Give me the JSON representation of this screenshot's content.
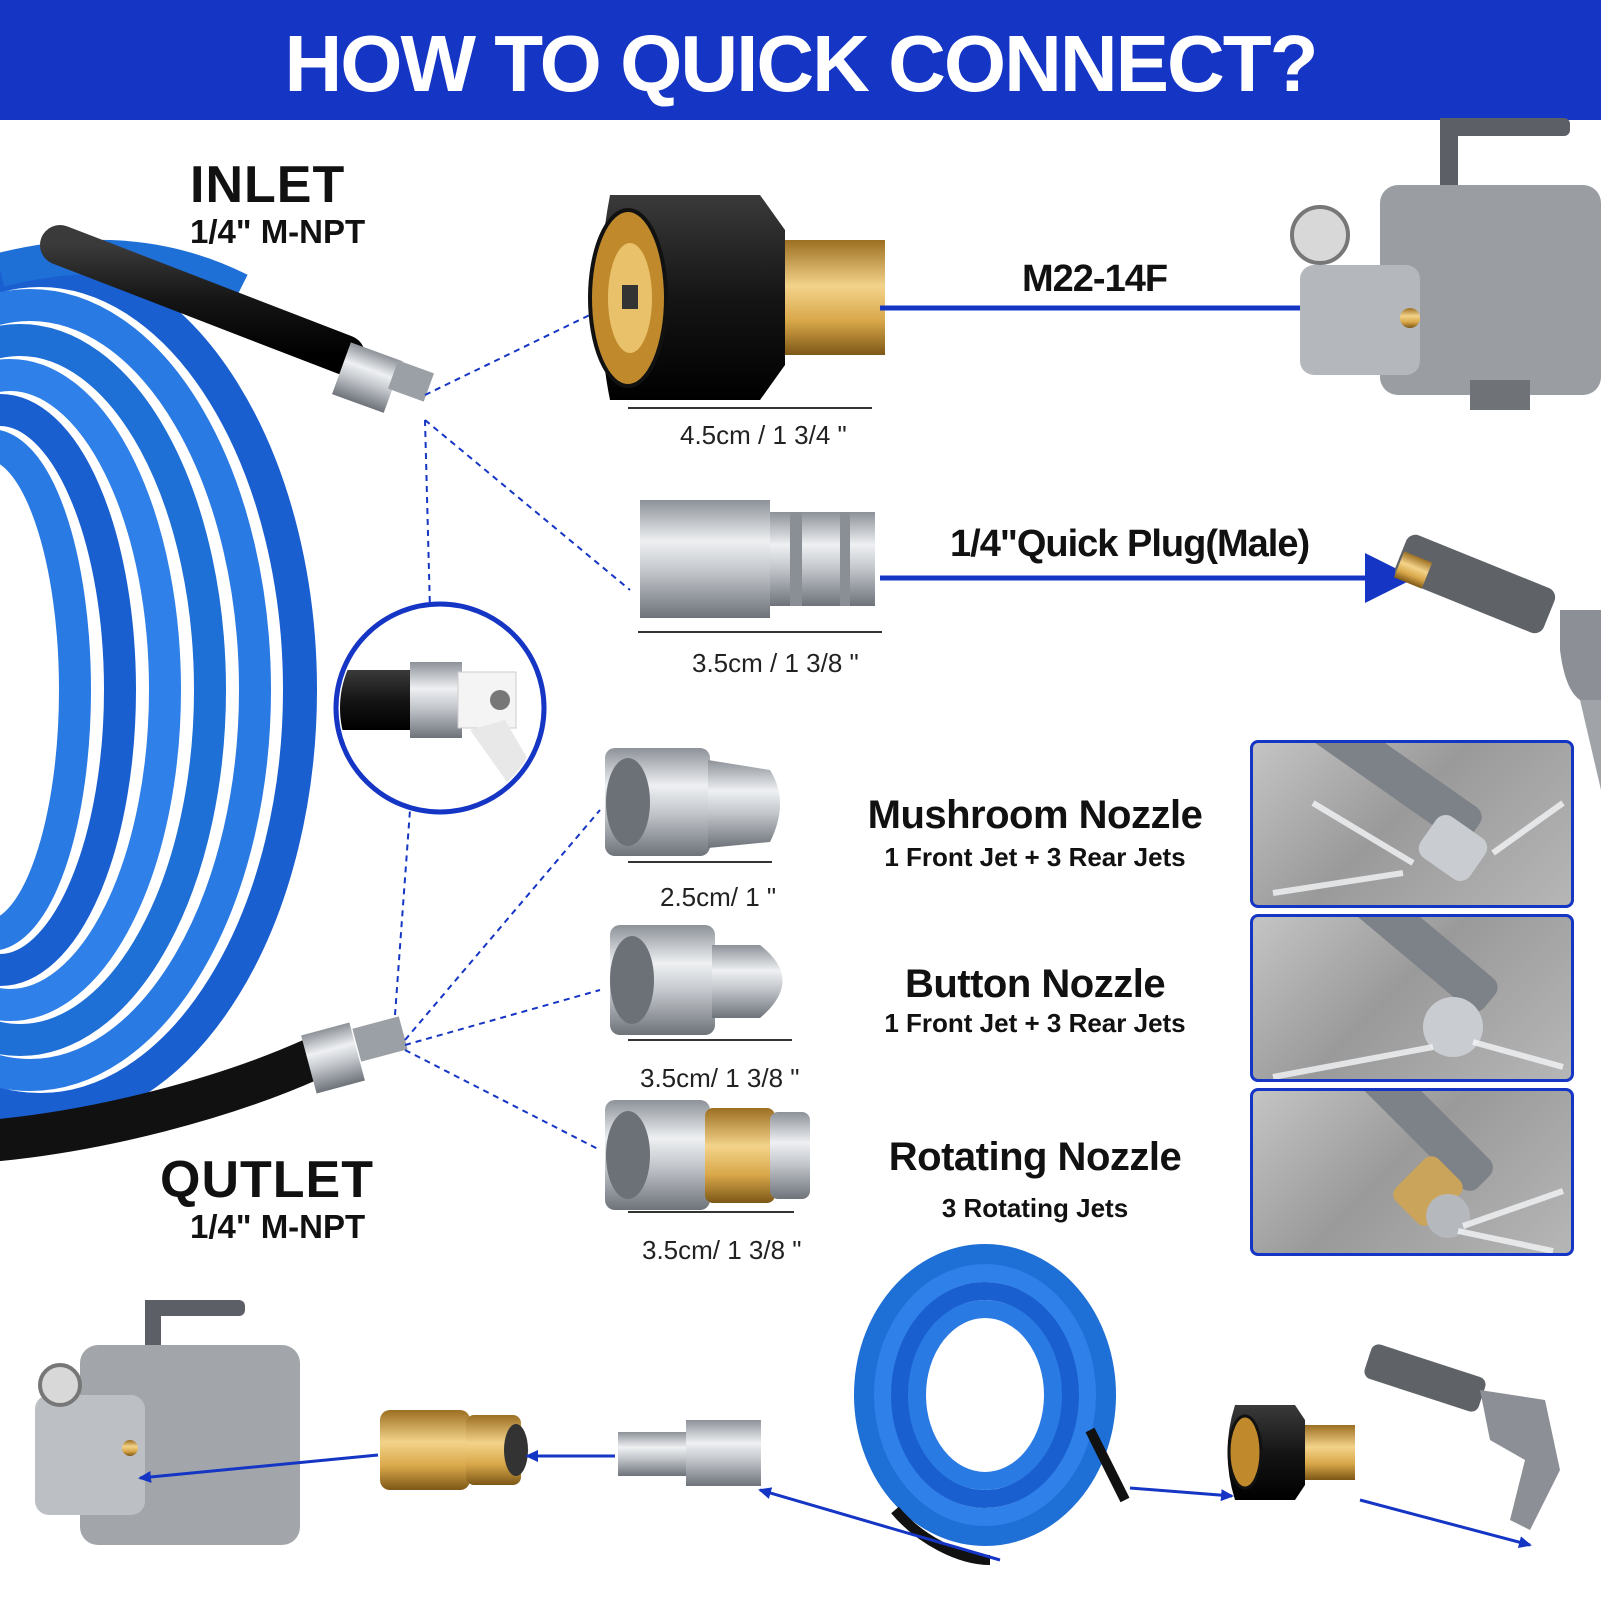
{
  "header": {
    "title": "HOW TO QUICK CONNECT?"
  },
  "inlet": {
    "label": "INLET",
    "thread": "1/4\" M-NPT"
  },
  "outlet": {
    "label": "QUTLET",
    "thread": "1/4\" M-NPT"
  },
  "connectors": [
    {
      "name": "M22-14F",
      "size": "4.5cm / 1 3/4 \""
    },
    {
      "name": "1/4\"Quick Plug(Male)",
      "size": "3.5cm / 1 3/8 \""
    }
  ],
  "nozzles": [
    {
      "name": "Mushroom Nozzle",
      "jets": "1 Front Jet + 3 Rear Jets",
      "size": "2.5cm/ 1 \""
    },
    {
      "name": "Button Nozzle",
      "jets": "1 Front Jet + 3 Rear Jets",
      "size": "3.5cm/ 1 3/8 \""
    },
    {
      "name": "Rotating Nozzle",
      "jets": "3 Rotating Jets",
      "size": "3.5cm/ 1 3/8 \""
    }
  ],
  "colors": {
    "brand_blue": "#1535c4",
    "hose_blue": "#1e6fd6",
    "brass": "#d9a84a",
    "steel": "#b8bcc2"
  },
  "icons": [
    "pressure-washer-icon",
    "spray-gun-icon",
    "hose-coil-icon",
    "m22-coupler-icon",
    "quick-plug-icon",
    "mushroom-nozzle-icon",
    "button-nozzle-icon",
    "rotating-nozzle-icon",
    "female-quick-coupler-icon"
  ]
}
